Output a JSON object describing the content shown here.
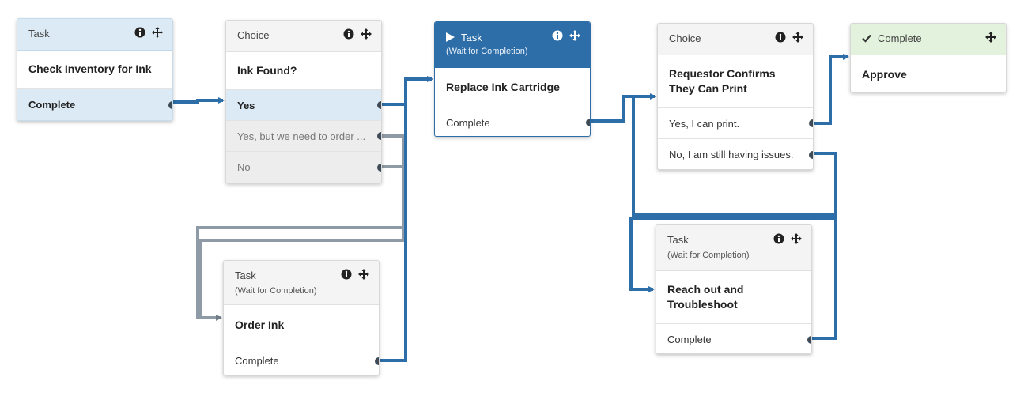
{
  "nodes": {
    "check_inventory": {
      "type": "Task",
      "title": "Check Inventory for Ink",
      "outcomes": [
        "Complete"
      ]
    },
    "ink_found": {
      "type": "Choice",
      "title": "Ink Found?",
      "outcomes": [
        "Yes",
        "Yes, but we need to order ...",
        "No"
      ]
    },
    "replace_cartridge": {
      "type": "Task",
      "subtitle": "(Wait for Completion)",
      "title": "Replace Ink Cartridge",
      "outcomes": [
        "Complete"
      ]
    },
    "requestor_confirms": {
      "type": "Choice",
      "title": "Requestor Confirms They Can Print",
      "outcomes": [
        "Yes, I can print.",
        "No, I am still having issues."
      ]
    },
    "approve": {
      "type": "Complete",
      "title": "Approve"
    },
    "order_ink": {
      "type": "Task",
      "subtitle": "(Wait for Completion)",
      "title": "Order Ink",
      "outcomes": [
        "Complete"
      ]
    },
    "reach_out": {
      "type": "Task",
      "subtitle": "(Wait for Completion)",
      "title": "Reach out and Troubleshoot",
      "outcomes": [
        "Complete"
      ]
    }
  },
  "icons": {
    "info": "info-icon",
    "move": "move-icon",
    "play": "play-icon",
    "check": "check-icon"
  },
  "colors": {
    "connector_active": "#2d6ea8",
    "connector_inactive": "#8e9aa6",
    "port": "#3e4a56",
    "running_header": "#2d6ea8",
    "complete_header": "#e2f2dc",
    "selected_fill": "#dbeaf4"
  }
}
